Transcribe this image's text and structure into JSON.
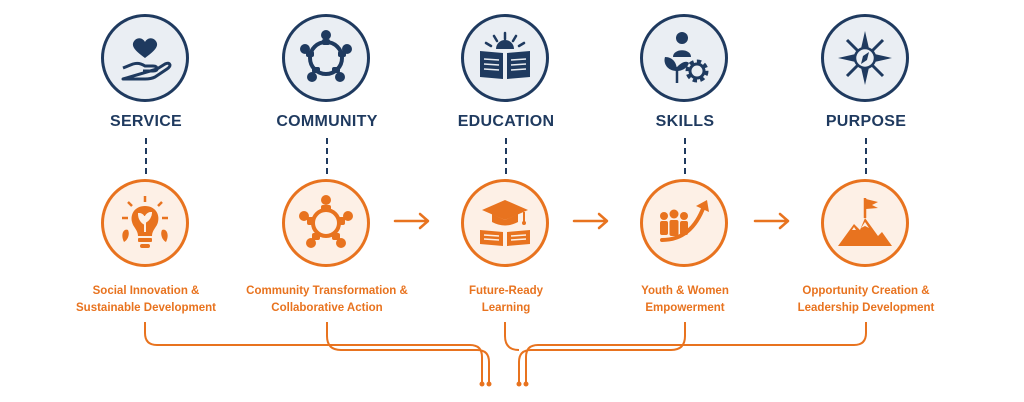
{
  "colors": {
    "navy": "#1f3a5f",
    "orange": "#e8731f",
    "navy_fill": "#eaeef3",
    "orange_fill": "#fdf0e6"
  },
  "pillars": [
    {
      "title": "SERVICE",
      "top_icon": "heart-hand-icon",
      "bottom_icon": "lightbulb-plant-icon",
      "line1": "Social Innovation &",
      "line2": "Sustainable Development"
    },
    {
      "title": "COMMUNITY",
      "top_icon": "people-circle-icon",
      "bottom_icon": "people-table-icon",
      "line1": "Community Transformation &",
      "line2": "Collaborative Action"
    },
    {
      "title": "EDUCATION",
      "top_icon": "open-book-icon",
      "bottom_icon": "graduation-book-icon",
      "line1": "Future-Ready",
      "line2": "Learning"
    },
    {
      "title": "SKILLS",
      "top_icon": "person-gear-icon",
      "bottom_icon": "group-growth-arrow-icon",
      "line1": "Youth & Women",
      "line2": "Empowerment"
    },
    {
      "title": "PURPOSE",
      "top_icon": "compass-icon",
      "bottom_icon": "mountain-flag-icon",
      "line1": "Opportunity Creation &",
      "line2": "Leadership Development"
    }
  ]
}
